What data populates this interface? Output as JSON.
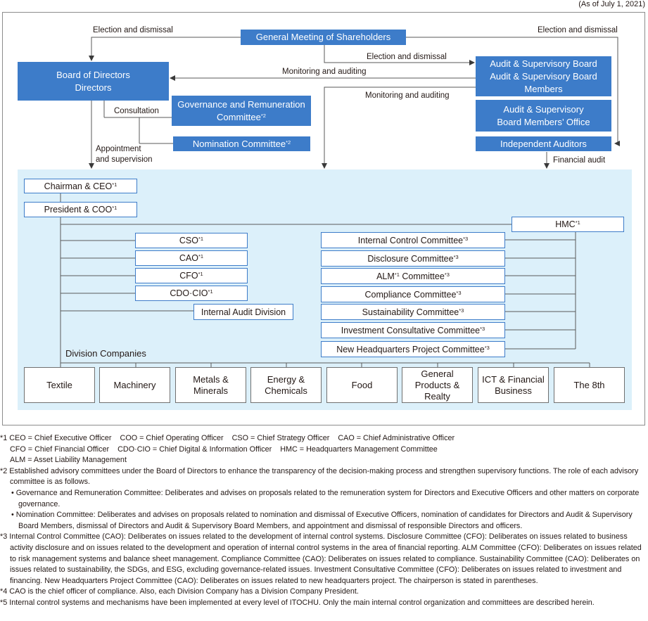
{
  "date_note": "(As of July 1, 2021)",
  "top": {
    "shareholders": "General Meeting of Shareholders",
    "board_line1": "Board of Directors",
    "board_line2": "Directors",
    "gov_comm_line1": "Governance and Remuneration",
    "gov_comm_line2": "Committee",
    "nom_comm": "Nomination Committee",
    "audit_board_line1": "Audit & Supervisory Board",
    "audit_board_line2": "Audit & Supervisory Board",
    "audit_board_line3": "Members",
    "audit_office_line1": "Audit & Supervisory",
    "audit_office_line2": "Board Members’ Office",
    "ind_auditors": "Independent Auditors"
  },
  "labels": {
    "election_left": "Election and dismissal",
    "election_right": "Election and dismissal",
    "election_mid": "Election and dismissal",
    "monitoring1": "Monitoring and auditing",
    "monitoring2": "Monitoring and auditing",
    "consultation": "Consultation",
    "appointment_line1": "Appointment",
    "appointment_line2": "and supervision",
    "financial_audit": "Financial audit",
    "division_companies": "Division Companies"
  },
  "footnote_marks": {
    "m1": "*1",
    "m2": "*2",
    "m3": "*3"
  },
  "exec": {
    "chairman": "Chairman & CEO",
    "president": "President & COO",
    "hmc": "HMC",
    "cso": "CSO",
    "cao": "CAO",
    "cfo": "CFO",
    "cdo": "CDO·CIO",
    "internal_audit": "Internal Audit Division"
  },
  "committees": {
    "internal_control": "Internal Control Committee",
    "disclosure": "Disclosure Committee",
    "alm_a": "ALM",
    "alm_b": " Committee",
    "compliance": "Compliance Committee",
    "sustainability": "Sustainability Committee",
    "investment": "Investment Consultative Committee",
    "hq_project": "New Headquarters Project Committee"
  },
  "divisions": {
    "textile": "Textile",
    "machinery": "Machinery",
    "metals_l1": "Metals &",
    "metals_l2": "Minerals",
    "energy_l1": "Energy &",
    "energy_l2": "Chemicals",
    "food": "Food",
    "general_l1": "General",
    "general_l2": "Products &",
    "general_l3": "Realty",
    "ict_l1": "ICT & Financial",
    "ict_l2": "Business",
    "the8th": "The 8th"
  },
  "footnotes": {
    "f1_l1": "*1 CEO = Chief Executive Officer    COO = Chief Operating Officer    CSO = Chief Strategy Officer    CAO = Chief Administrative Officer",
    "f1_l2": "CFO = Chief Financial Officer    CDO·CIO = Chief Digital & Information Officer    HMC = Headquarters Management Committee",
    "f1_l3": "ALM = Asset Liability Management",
    "f2_main": "*2 Established advisory committees under the Board of Directors to enhance the transparency of the decision-making process and strengthen supervisory functions. The role of each advisory committee is as follows.",
    "f2_b1": "• Governance and Remuneration Committee: Deliberates and advises on proposals related to the remuneration system for Directors and Executive Officers and other matters on corporate governance.",
    "f2_b2": "• Nomination Committee: Deliberates and advises on proposals related to nomination and dismissal of Executive Officers, nomination of candidates for Directors and Audit & Supervisory Board Members, dismissal of Directors and Audit & Supervisory Board Members, and appointment and dismissal of responsible Directors and officers.",
    "f3": "*3 Internal Control Committee (CAO): Deliberates on issues related to the development of internal control systems. Disclosure Committee (CFO): Deliberates on issues related to business activity disclosure and on issues related to the development and operation of internal control systems in the area of financial reporting. ALM Committee (CFO): Deliberates on issues related to risk management systems and balance sheet management. Compliance Committee (CAO): Deliberates on issues related to compliance. Sustainability Committee (CAO): Deliberates on issues related to sustainability, the SDGs, and ESG, excluding governance-related issues. Investment Consultative Committee (CFO): Deliberates on issues related to investment and financing. New Headquarters Project Committee (CAO): Deliberates on issues related to new headquarters project. The chairperson is stated in parentheses.",
    "f4": "*4 CAO is the chief officer of compliance. Also, each Division Company has a Division Company President.",
    "f5": "*5 Internal control systems and mechanisms have been implemented at every level of ITOCHU. Only the main internal control organization and committees are described herein."
  }
}
